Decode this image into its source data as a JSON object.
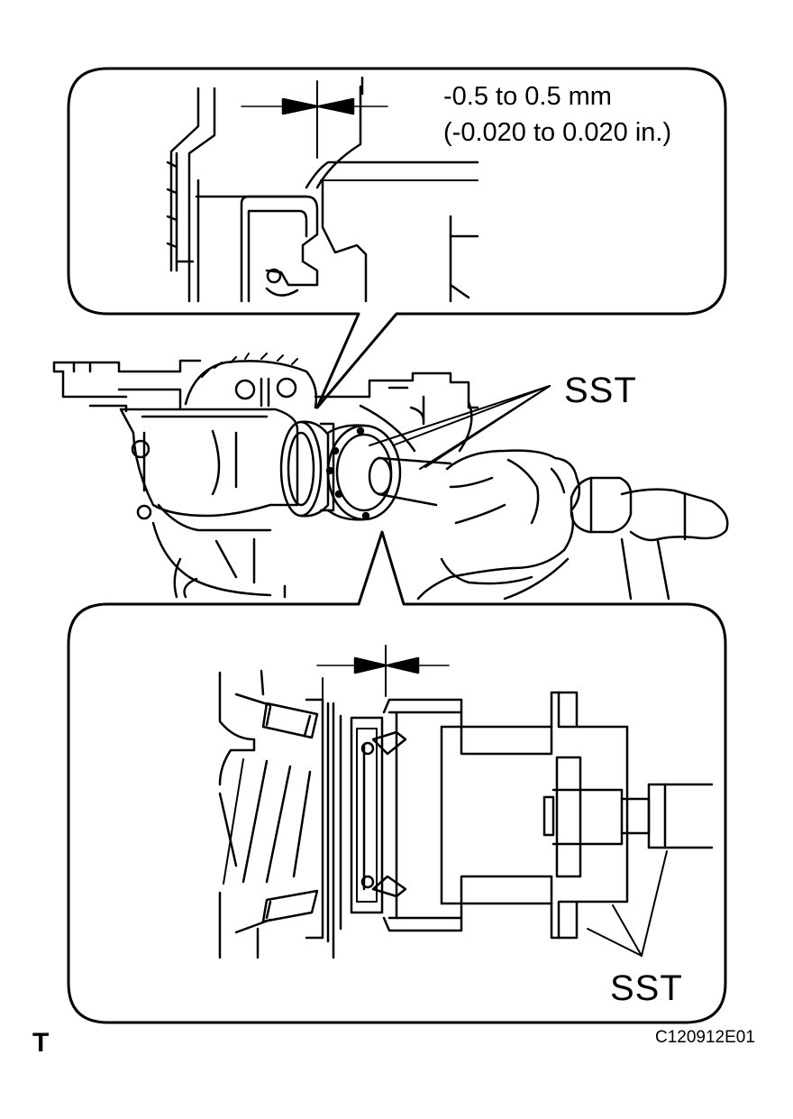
{
  "spec": {
    "metric": "-0.5 to 0.5 mm",
    "imperial": "(-0.020 to 0.020 in.)"
  },
  "tool_label_top": "SST",
  "tool_label_bottom": "SST",
  "corner_mark": "T",
  "figure_code": "C120912E01",
  "colors": {
    "line": "#000000",
    "background": "#ffffff"
  }
}
